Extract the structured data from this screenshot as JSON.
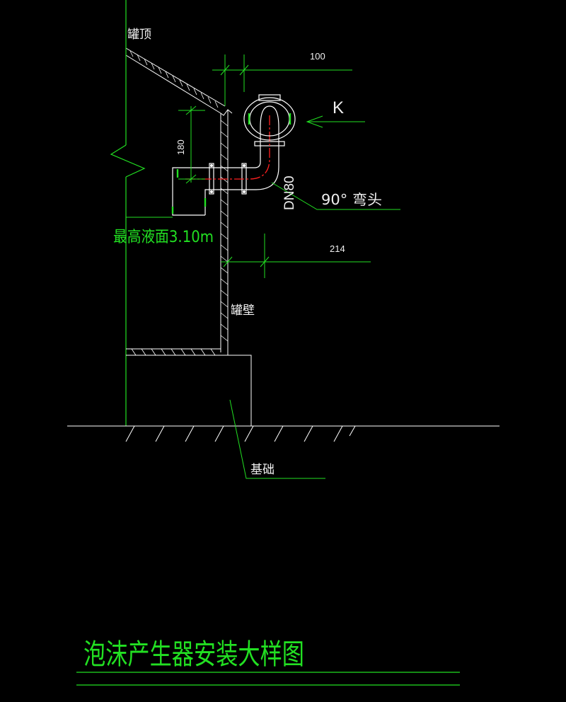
{
  "labels": {
    "tank_top": "罐顶",
    "tank_wall": "罐壁",
    "foundation": "基础",
    "max_level": "最高液面3.10m",
    "elbow": "90° 弯头",
    "pipe_size": "DN80",
    "view_mark": "K",
    "title": "泡沫产生器安装大样图"
  },
  "dimensions": {
    "offset_top": "100",
    "offset_height": "180",
    "offset_bottom": "214"
  },
  "colors": {
    "background": "#000000",
    "line_green": "#22e022",
    "line_white": "#ffffff",
    "pipe_red": "#ff2020",
    "text_white": "#f0f0f0"
  }
}
